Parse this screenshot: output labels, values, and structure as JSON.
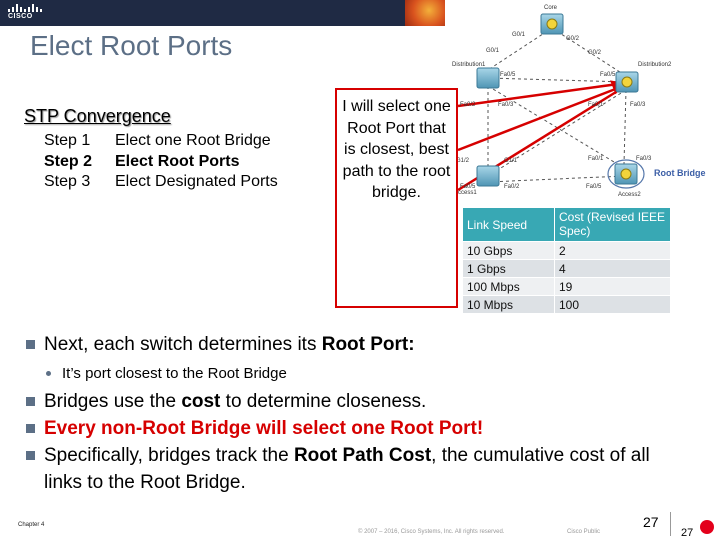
{
  "header": {
    "logo_text": "CISCO"
  },
  "title": "Elect Root Ports",
  "stp": {
    "heading": "STP Convergence",
    "steps": [
      {
        "num": "Step 1",
        "text": "Elect one Root Bridge"
      },
      {
        "num": "Step 2",
        "text": "Elect Root Ports"
      },
      {
        "num": "Step 3",
        "text": "Elect Designated Ports"
      }
    ]
  },
  "callout": {
    "text": "I will select one Root Port that is closest, best path to the root bridge."
  },
  "diagram": {
    "switches": [
      "Core",
      "Distribution1",
      "Distribution2",
      "Access1",
      "Access2"
    ],
    "ports": [
      "G0/1",
      "G0/2",
      "G0/1",
      "G0/2",
      "Fa0/5",
      "Fa0/5",
      "Fa0/2",
      "Fa0/3",
      "Fa0/1",
      "Fa0/3",
      "G1/2",
      "G1/1",
      "Fa0/1",
      "Fa0/3",
      "Fa0/5",
      "Fa0/5",
      "Fa0/2"
    ],
    "root_label": "Root Bridge"
  },
  "cost_table": {
    "headers": [
      "Link Speed",
      "Cost (Revised IEEE Spec)"
    ],
    "rows": [
      [
        "10 Gbps",
        "2"
      ],
      [
        "1 Gbps",
        "4"
      ],
      [
        "100 Mbps",
        "19"
      ],
      [
        "10 Mbps",
        "100"
      ]
    ]
  },
  "bullets": {
    "b1_pre": "Next, each switch determines its ",
    "b1_bold": "Root Port:",
    "sub1": "It’s port closest to the Root Bridge",
    "b2_pre": "Bridges use the ",
    "b2_bold": "cost",
    "b2_post": " to determine closeness.",
    "b3": "Every non-Root Bridge will select one Root Port!",
    "b4_pre": "Specifically, bridges track the ",
    "b4_bold": "Root Path Cost",
    "b4_post": ", the cumulative cost of all links to the Root Bridge."
  },
  "footer": {
    "chapter": "Chapter 4",
    "copyright": "© 2007 – 2016, Cisco Systems, Inc. All rights reserved.",
    "confidential": "Cisco Public",
    "page": "27",
    "page_small": "27"
  },
  "colors": {
    "title": "#5c6f86",
    "callout_border": "#d60000",
    "table_header": "#38a8b4",
    "header_bar": "#1f2a44"
  }
}
